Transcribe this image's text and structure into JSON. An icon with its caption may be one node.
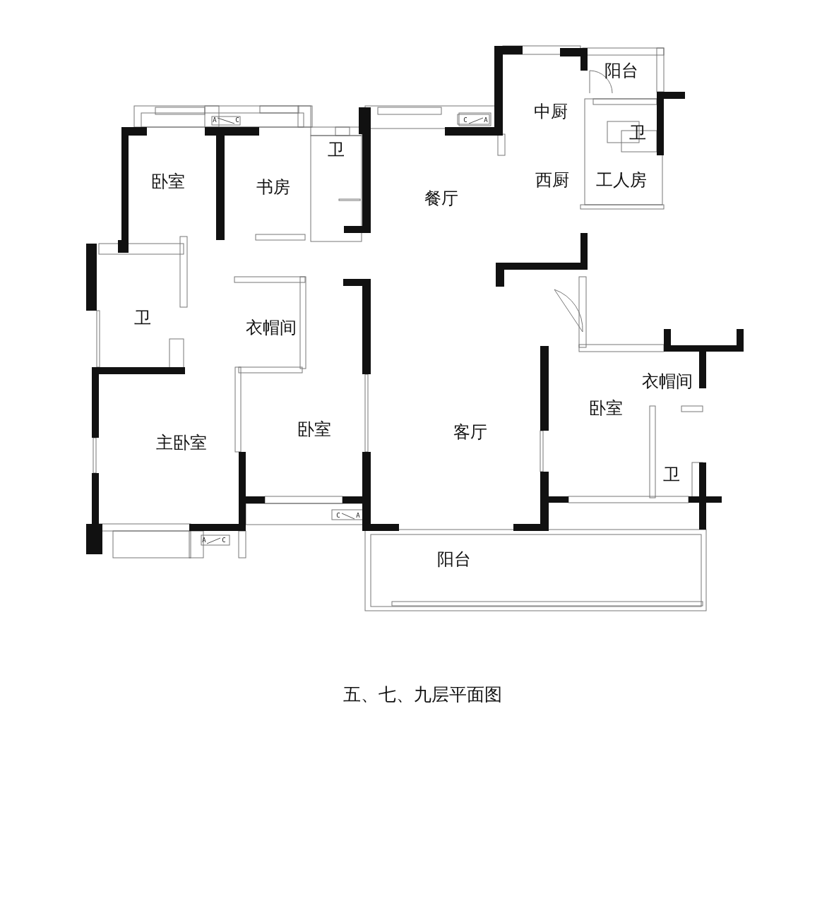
{
  "diagram": {
    "caption": "五、七、九层平面图",
    "labels": [
      "阳台",
      "中厨",
      "A",
      "C",
      "C",
      "A",
      "卫",
      "卫",
      "卧室",
      "书房",
      "餐厅",
      "西厨",
      "工人房",
      "卫",
      "衣帽间",
      "衣帽间",
      "卧室",
      "卧室",
      "客厅",
      "主卧室",
      "卫",
      "C",
      "A",
      "A",
      "C",
      "阳台"
    ]
  }
}
